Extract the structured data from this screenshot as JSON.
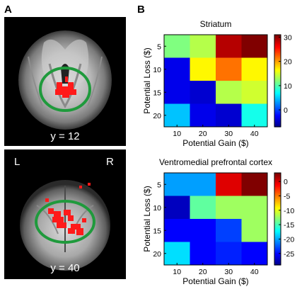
{
  "panel_a": {
    "label": "A",
    "coronal_slice_label": "y = 12",
    "second_slice_label": "y = 40",
    "left_label": "L",
    "right_label": "R",
    "roi_color": "#1f9a3c",
    "activation_color": "#ff1a1a"
  },
  "panel_b": {
    "label": "B"
  },
  "chart_data": [
    {
      "type": "heatmap",
      "title": "Striatum",
      "xlabel": "Potential Gain ($)",
      "ylabel": "Potential Loss ($)",
      "x": [
        10,
        20,
        30,
        40
      ],
      "y": [
        5,
        10,
        15,
        20
      ],
      "x_tick_labels": [
        "10",
        "20",
        "30",
        "40"
      ],
      "y_tick_labels": [
        "5",
        "10",
        "15",
        "20"
      ],
      "values": [
        [
          12,
          14,
          29,
          33
        ],
        [
          -3,
          17,
          22,
          17
        ],
        [
          -3,
          -4,
          14,
          15
        ],
        [
          5,
          -3,
          -4,
          8
        ]
      ],
      "clim": [
        -7,
        31
      ],
      "colorbar_ticks": [
        30,
        20,
        10,
        0
      ],
      "colormap": "jet"
    },
    {
      "type": "heatmap",
      "title": "Ventromedial prefrontal cortex",
      "xlabel": "Potential Gain ($)",
      "ylabel": "Potential Loss ($)",
      "x": [
        10,
        20,
        30,
        40
      ],
      "y": [
        5,
        10,
        15,
        20
      ],
      "x_tick_labels": [
        "10",
        "20",
        "30",
        "40"
      ],
      "y_tick_labels": [
        "5",
        "10",
        "15",
        "20"
      ],
      "values": [
        [
          -20,
          -20,
          0,
          4
        ],
        [
          -27,
          -14,
          -12,
          -12
        ],
        [
          -25,
          -25,
          -23,
          -12
        ],
        [
          -18,
          -25,
          -24,
          -25
        ]
      ],
      "clim": [
        -29,
        3
      ],
      "colorbar_ticks": [
        0,
        -5,
        -10,
        -15,
        -20,
        -25
      ],
      "colormap": "jet"
    }
  ]
}
